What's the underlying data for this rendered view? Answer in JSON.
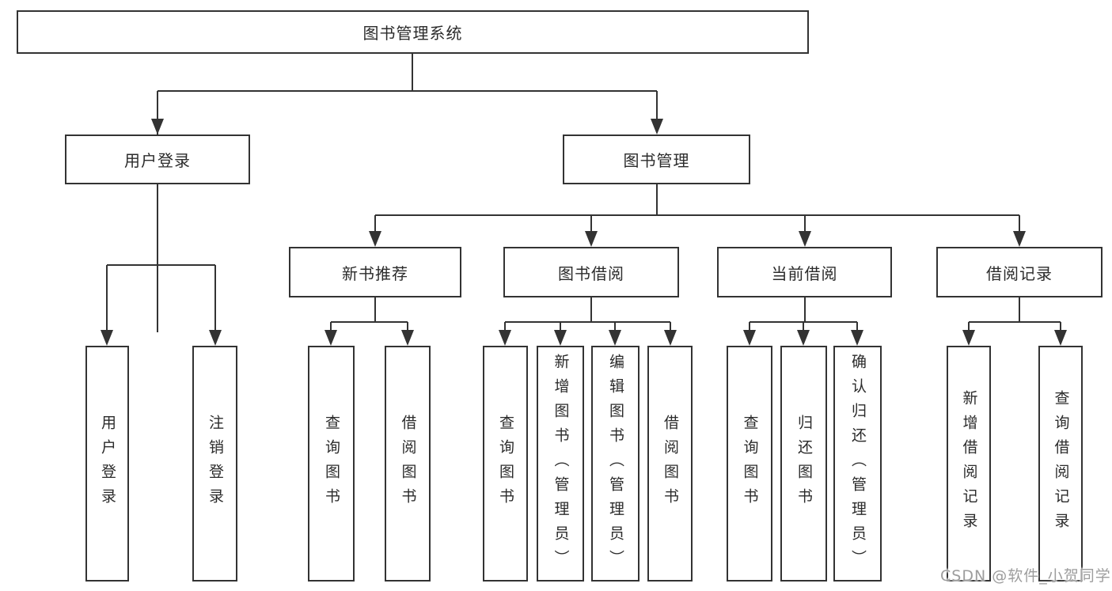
{
  "diagram": {
    "root": {
      "label": "图书管理系统"
    },
    "branches": [
      {
        "label": "用户登录",
        "children": [
          {
            "label": "用户登录"
          },
          {
            "label": "注销登录"
          }
        ]
      },
      {
        "label": "图书管理",
        "children": [
          {
            "label": "新书推荐",
            "children": [
              {
                "label": "查询图书"
              },
              {
                "label": "借阅图书"
              }
            ]
          },
          {
            "label": "图书借阅",
            "children": [
              {
                "label": "查询图书"
              },
              {
                "label": "新增图书（管理员）"
              },
              {
                "label": "编辑图书（管理员）"
              },
              {
                "label": "借阅图书"
              }
            ]
          },
          {
            "label": "当前借阅",
            "children": [
              {
                "label": "查询图书"
              },
              {
                "label": "归还图书"
              },
              {
                "label": "确认归还（管理员）"
              }
            ]
          },
          {
            "label": "借阅记录",
            "children": [
              {
                "label": "新增借阅记录"
              },
              {
                "label": "查询借阅记录"
              }
            ]
          }
        ]
      }
    ]
  },
  "watermark": "CSDN @软件_小贺同学",
  "colors": {
    "line": "#333333",
    "box_border": "#333333",
    "text": "#2b2b2b",
    "background": "#ffffff",
    "watermark": "#9d9d9d"
  }
}
